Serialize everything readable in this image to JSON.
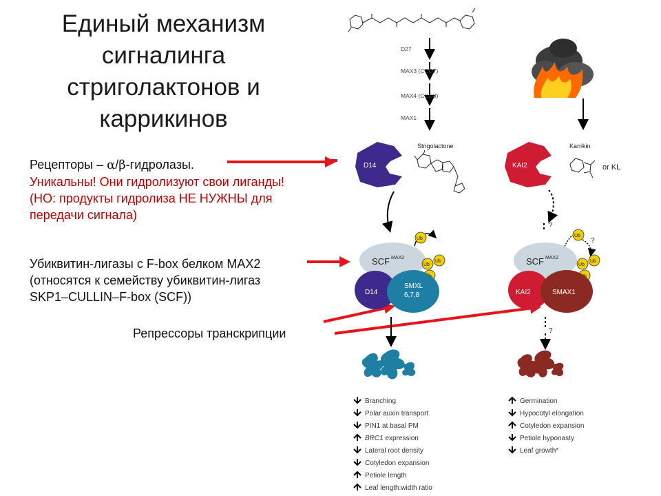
{
  "title_lines": [
    "Единый механизм",
    "сигналинга",
    "стриголактонов и",
    "каррикинов"
  ],
  "receptors": {
    "line1_prefix": "Рецепторы – ",
    "alpha": "α",
    "slash": "/",
    "beta": "β",
    "line1_suffix": "-гидролазы.",
    "line2": "Уникальны! Они гидролизуют свои лиганды!",
    "line3": "(НО: продукты гидролиза НЕ НУЖНЫ для",
    "line4": "передачи сигнала)"
  },
  "ubiquitin": {
    "lines": [
      "Убиквитин-лигазы с F-box белком MAX2",
      "(относятся к семейству убиквитин-лигаз",
      "SKP1–CULLIN–F-box (SCF))"
    ]
  },
  "repressors": "Репрессоры транскрипции",
  "biosynthesis_steps": [
    "D27",
    "MAX3 (CCD7)",
    "MAX4 (CCD8)",
    "MAX1"
  ],
  "left": {
    "receptor": "D14",
    "ligand": "Strigolactone",
    "scf": "SCF",
    "scf_sup": "MAX2",
    "ub": "Ub",
    "receptor_in_complex": "D14",
    "repressor_line1": "SMXL",
    "repressor_line2": "6,7,8",
    "effects": [
      {
        "dir": "down",
        "text": "Branching",
        "italic": false
      },
      {
        "dir": "down",
        "text": "Polar auxin transport",
        "italic": false
      },
      {
        "dir": "down",
        "text": "PIN1 at basal PM",
        "italic": false
      },
      {
        "dir": "up",
        "text": "BRC1",
        "italic": true,
        "suffix": " expression"
      },
      {
        "dir": "down",
        "text": "Lateral root density",
        "italic": false
      },
      {
        "dir": "down",
        "text": "Cotyledon expansion",
        "italic": false
      },
      {
        "dir": "up",
        "text": "Petiole length",
        "italic": false
      },
      {
        "dir": "up",
        "text": "Leaf length:width ratio",
        "italic": false
      }
    ]
  },
  "right": {
    "receptor": "KAI2",
    "ligand": "Karrikin",
    "or_kl": "or KL",
    "question": "?",
    "scf": "SCF",
    "scf_sup": "MAX2",
    "ub": "Ub",
    "receptor_in_complex": "KAI2",
    "repressor": "SMAX1",
    "effects": [
      {
        "dir": "up",
        "text": "Germination"
      },
      {
        "dir": "down",
        "text": "Hypocotyl elongation"
      },
      {
        "dir": "up",
        "text": "Cotyledon expansion"
      },
      {
        "dir": "down",
        "text": "Petiole hyponasty"
      },
      {
        "dir": "down",
        "text": "Leaf growth*"
      }
    ]
  },
  "colors": {
    "red_text": "#c00000",
    "arrow_red": "#e8141b",
    "d14": "#3d2a8c",
    "kai2": "#d01c32",
    "smxl": "#1e7ea3",
    "smax1": "#8a2a22",
    "scf": "#ccd6df",
    "ub": "#f0d000"
  }
}
